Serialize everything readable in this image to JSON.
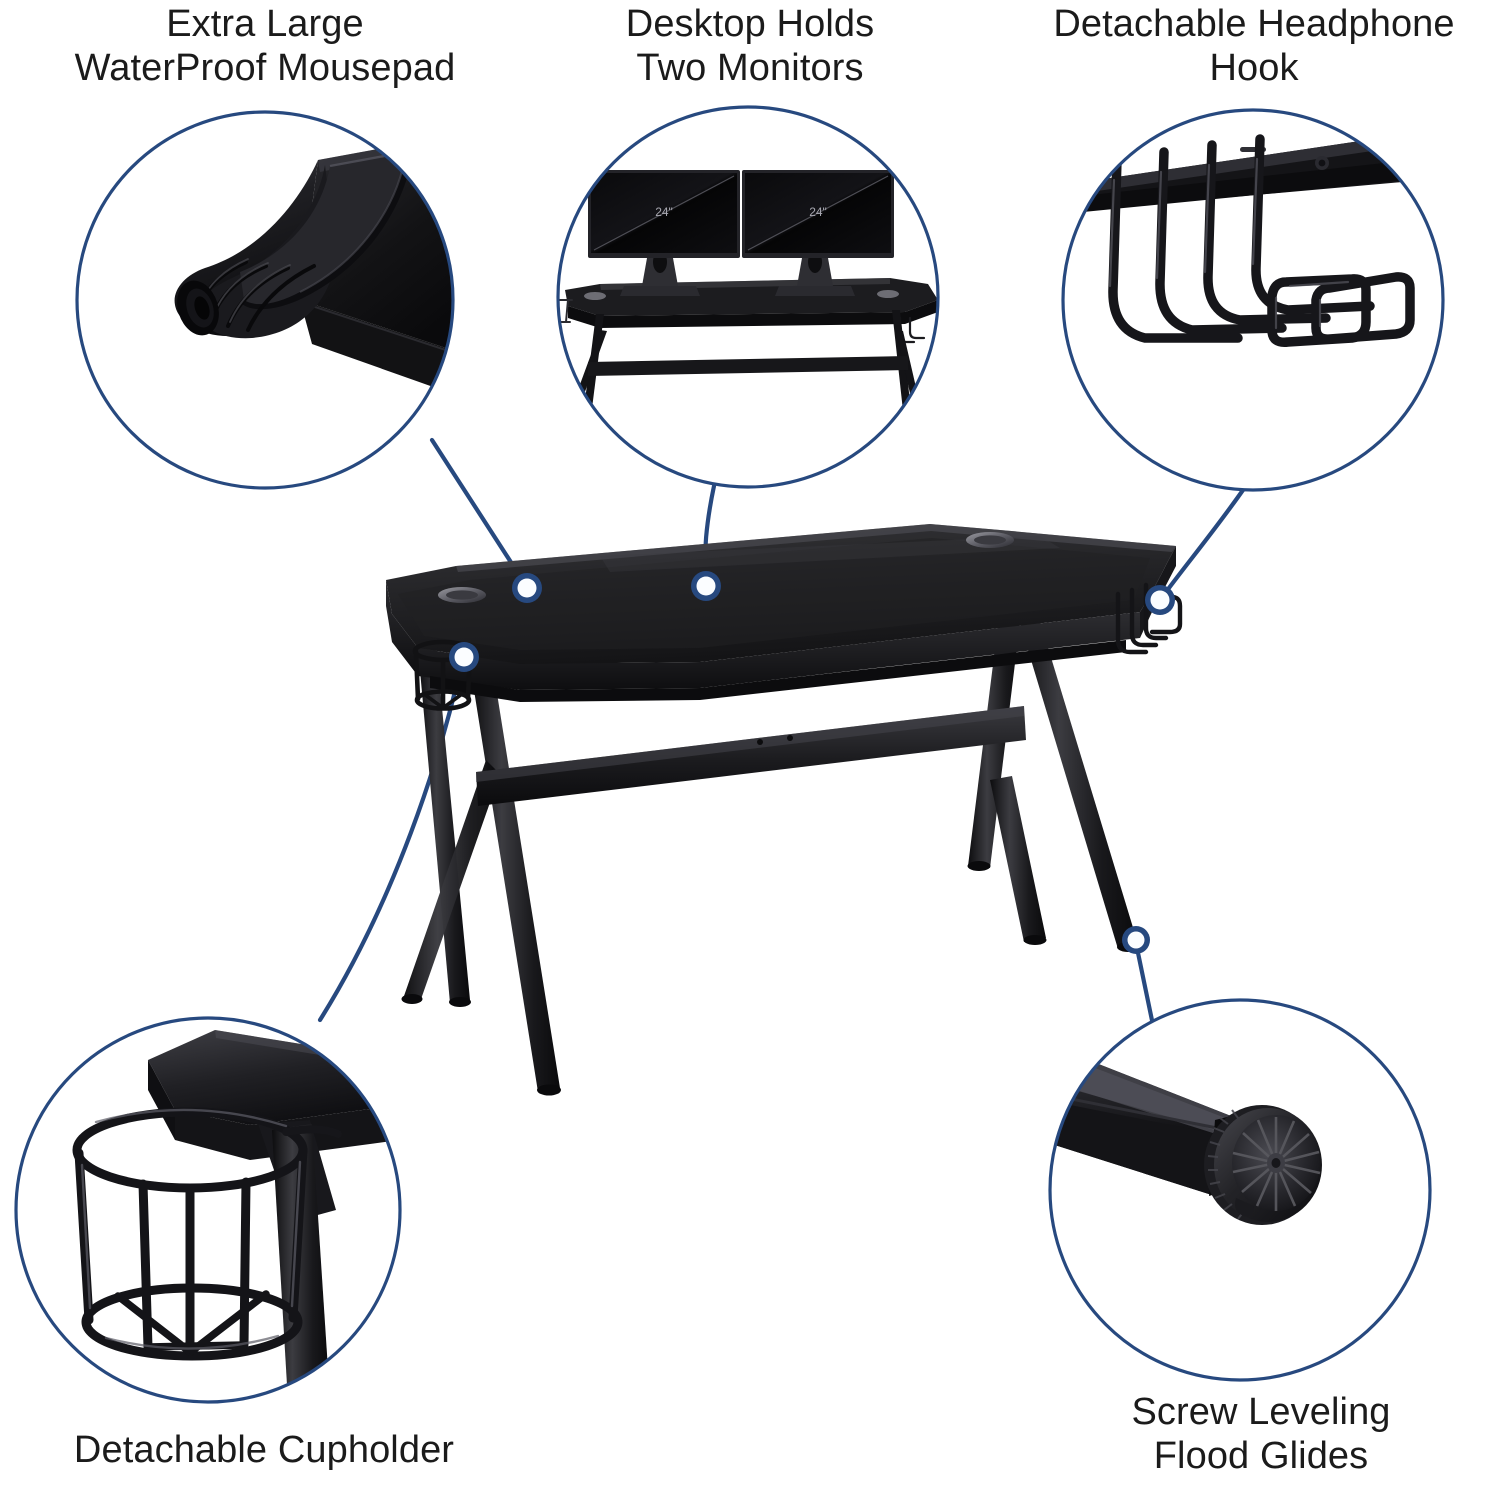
{
  "product": {
    "name": "Gaming Desk",
    "description": "Black gaming computer desk with K-shaped legs, removable mousepad surface, cupholder and headphone hook"
  },
  "theme": {
    "background": "#ffffff",
    "accent_blue": "#27497f",
    "accent_blue_light": "#3a63a5",
    "caption_text": "#1b1b1b",
    "product_black": "#1a1a1c",
    "product_black_light": "#3a3a3e",
    "marker_fill": "#fbfdff"
  },
  "callouts": [
    {
      "id": "mousepad",
      "label": "Extra Large\nWaterProof Mousepad",
      "label_line1": "Extra Large",
      "label_line2": "WaterProof Mousepad",
      "position": "top-left",
      "detail_image": "rolled-mousepad",
      "marker_target": "desktop-mousepad-surface"
    },
    {
      "id": "monitors",
      "label": "Desktop Holds\nTwo Monitors",
      "label_line1": "Desktop Holds",
      "label_line2": "Two Monitors",
      "position": "top-center",
      "detail_image": "desk-with-two-monitors",
      "marker_target": "desktop-center",
      "monitor_size_label": "24\"",
      "monitor_count": 2
    },
    {
      "id": "headphone_hook",
      "label": "Detachable Headphone\nHook",
      "label_line1": "Detachable Headphone",
      "label_line2": "Hook",
      "position": "top-right",
      "detail_image": "wire-headphone-hook",
      "marker_target": "desk-right-hook"
    },
    {
      "id": "cupholder",
      "label": "Detachable Cupholder",
      "label_line1": "Detachable Cupholder",
      "label_line2": "",
      "position": "bottom-left",
      "detail_image": "wire-cupholder-cage",
      "marker_target": "desk-left-cupholder"
    },
    {
      "id": "glides",
      "label": "Screw Leveling\nFlood Glides",
      "label_line1": "Screw Leveling",
      "label_line2": "Flood Glides",
      "position": "bottom-right",
      "detail_image": "leg-with-screw-glide",
      "marker_target": "desk-right-rear-leg-foot"
    }
  ],
  "monitor_detail": {
    "left_monitor_label": "24\"",
    "right_monitor_label": "24\""
  }
}
